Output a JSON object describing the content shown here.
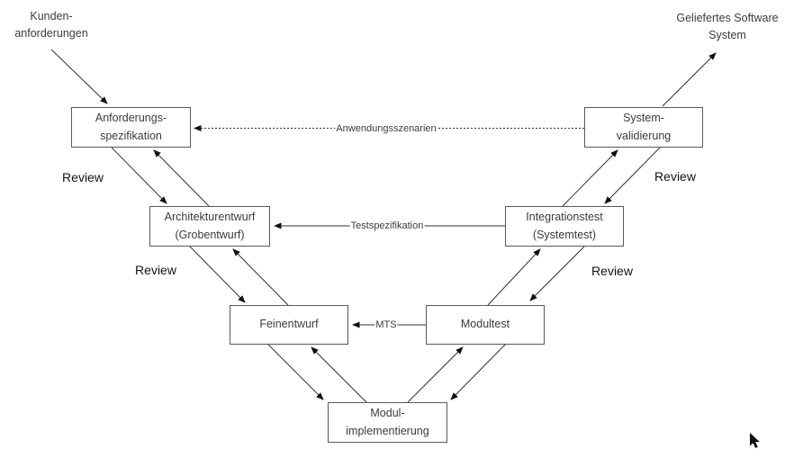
{
  "diagram": {
    "type": "v-model",
    "external_labels": {
      "input": "Kunden-\nanforderungen",
      "output": "Geliefertes Software\nSystem"
    },
    "boxes": [
      {
        "id": "anforderungsspezifikation",
        "label": "Anforderungs-\nspezifikation"
      },
      {
        "id": "architekturentwurf",
        "label": "Architekturentwurf\n(Grobentwurf)"
      },
      {
        "id": "feinentwurf",
        "label": "Feinentwurf"
      },
      {
        "id": "modulimplementierung",
        "label": "Modul-\nimplementierung"
      },
      {
        "id": "modultest",
        "label": "Modultest"
      },
      {
        "id": "integrationstest",
        "label": "Integrationstest\n(Systemtest)"
      },
      {
        "id": "systemvalidierung",
        "label": "System-\nvalidierung"
      }
    ],
    "cross_links": [
      {
        "label": "Anwendungsszenarien",
        "from": "System-validierung",
        "to": "Anforderungs-spezifikation",
        "style": "dotted"
      },
      {
        "label": "Testspezifikation",
        "from": "Integrationstest (Systemtest)",
        "to": "Architekturentwurf (Grobentwurf)",
        "style": "solid"
      },
      {
        "label": "MTS",
        "from": "Modultest",
        "to": "Feinentwurf",
        "style": "solid"
      }
    ],
    "review_labels": [
      "Review",
      "Review",
      "Review",
      "Review"
    ],
    "colors": {
      "background": "#ffffff",
      "box_border": "#595959",
      "box_text": "#3b3b3b",
      "line": "#333333",
      "review_text": "#121212"
    }
  }
}
